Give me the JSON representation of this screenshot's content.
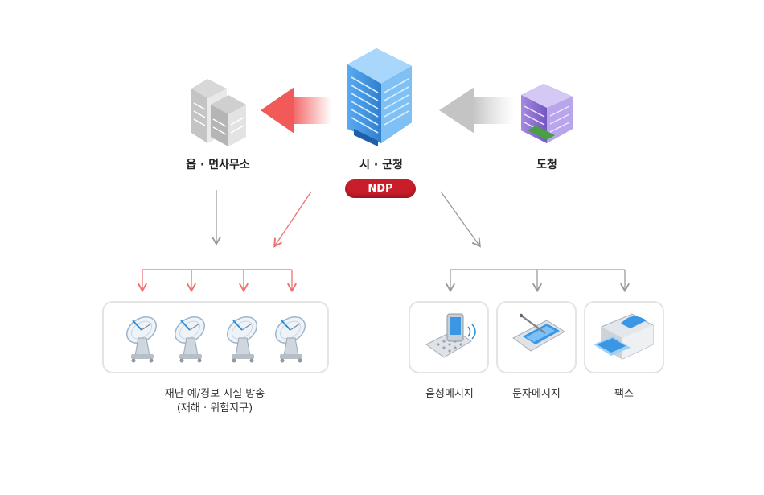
{
  "nodes": {
    "town_office": "읍 · 면사무소",
    "city_hall": "시 · 군청",
    "ndp_badge": "NDP",
    "province": "도청"
  },
  "outputs": {
    "broadcast_line1": "재난 예/경보 시설 방송",
    "broadcast_line2": "(재해 · 위험지구)",
    "voice": "음성메시지",
    "sms": "문자메시지",
    "fax": "팩스"
  },
  "colors": {
    "red_arrow": "#f07070",
    "gray_arrow": "#9a9a9a",
    "city_building": "#3a8fdf",
    "province_building": "#8a6bd0",
    "town_building": "#b8b8b8",
    "ndp": "#c81e2b"
  }
}
